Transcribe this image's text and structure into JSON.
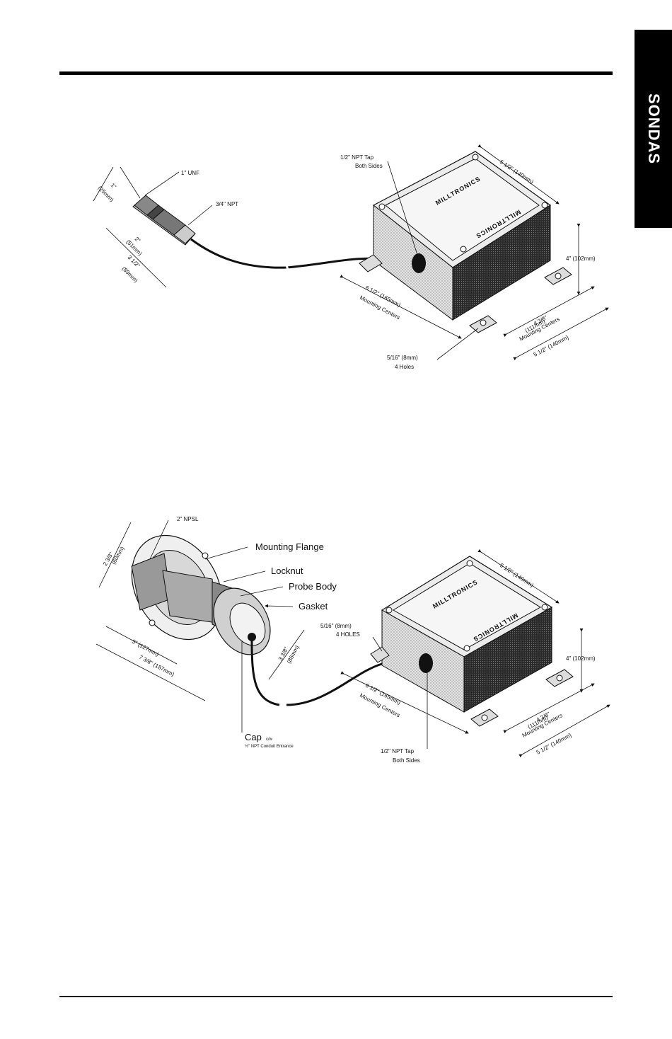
{
  "side_tab": {
    "label": "SONDAS"
  },
  "figure_top": {
    "brand_1": "MILLTRONICS",
    "brand_2": "MILLTRONICS",
    "labels": {
      "unf": "1\" UNF",
      "npt_34": "3/4\" NPT",
      "dim_1in": "1\"",
      "dim_25mm": "(25mm)",
      "dim_2in": "2\"",
      "dim_51mm": "(51mm)",
      "dim_3half": "3 1/2\"",
      "dim_89mm": "(89mm)",
      "npt_tap": "1/2\" NPT Tap",
      "both_sides": "Both Sides",
      "width_top": "5 1/2\" (140mm)",
      "height": "4\" (102mm)",
      "length_1": "6 1/2\" (165mm)",
      "length_2": "Mounting Centers",
      "mc_1": "4 3/8\"",
      "mc_2": "(111mm)",
      "mc_3": "Mounting Centers",
      "width_bottom": "5 1/2\" (140mm)",
      "holes_1": "5/16\" (8mm)",
      "holes_2": "4 Holes"
    }
  },
  "figure_bottom": {
    "brand_1": "MILLTRONICS",
    "brand_2": "MILLTRONICS",
    "labels": {
      "npsl": "2\" NPSL",
      "mounting_flange": "Mounting Flange",
      "locknut": "Locknut",
      "probe_body": "Probe Body",
      "gasket": "Gasket",
      "dim_238_a": "2 3/8\"",
      "dim_238_b": "(60mm)",
      "dim_5in": "5\" (127mm)",
      "dim_738": "7 3/8\" (187mm)",
      "dim_338_a": "3 3/8\"",
      "dim_338_b": "(86mm)",
      "cap": "Cap",
      "cap_cw": "c/w",
      "cap_conduit": "½\" NPT Conduit Entrance",
      "holes_1": "5/16\" (8mm)",
      "holes_2": "4 HOLES",
      "width_top": "5 1/2\" (140mm)",
      "height": "4\" (102mm)",
      "length_1": "6 1/2\" (165mm)",
      "length_2": "Mounting Centers",
      "mc_1": "4 3/8\"",
      "mc_2": "(111mm)",
      "mc_3": "Mounting Centers",
      "width_bottom": "5 1/2\" (140mm)",
      "npt_tap": "1/2\" NPT Tap",
      "both_sides": "Both Sides"
    }
  }
}
